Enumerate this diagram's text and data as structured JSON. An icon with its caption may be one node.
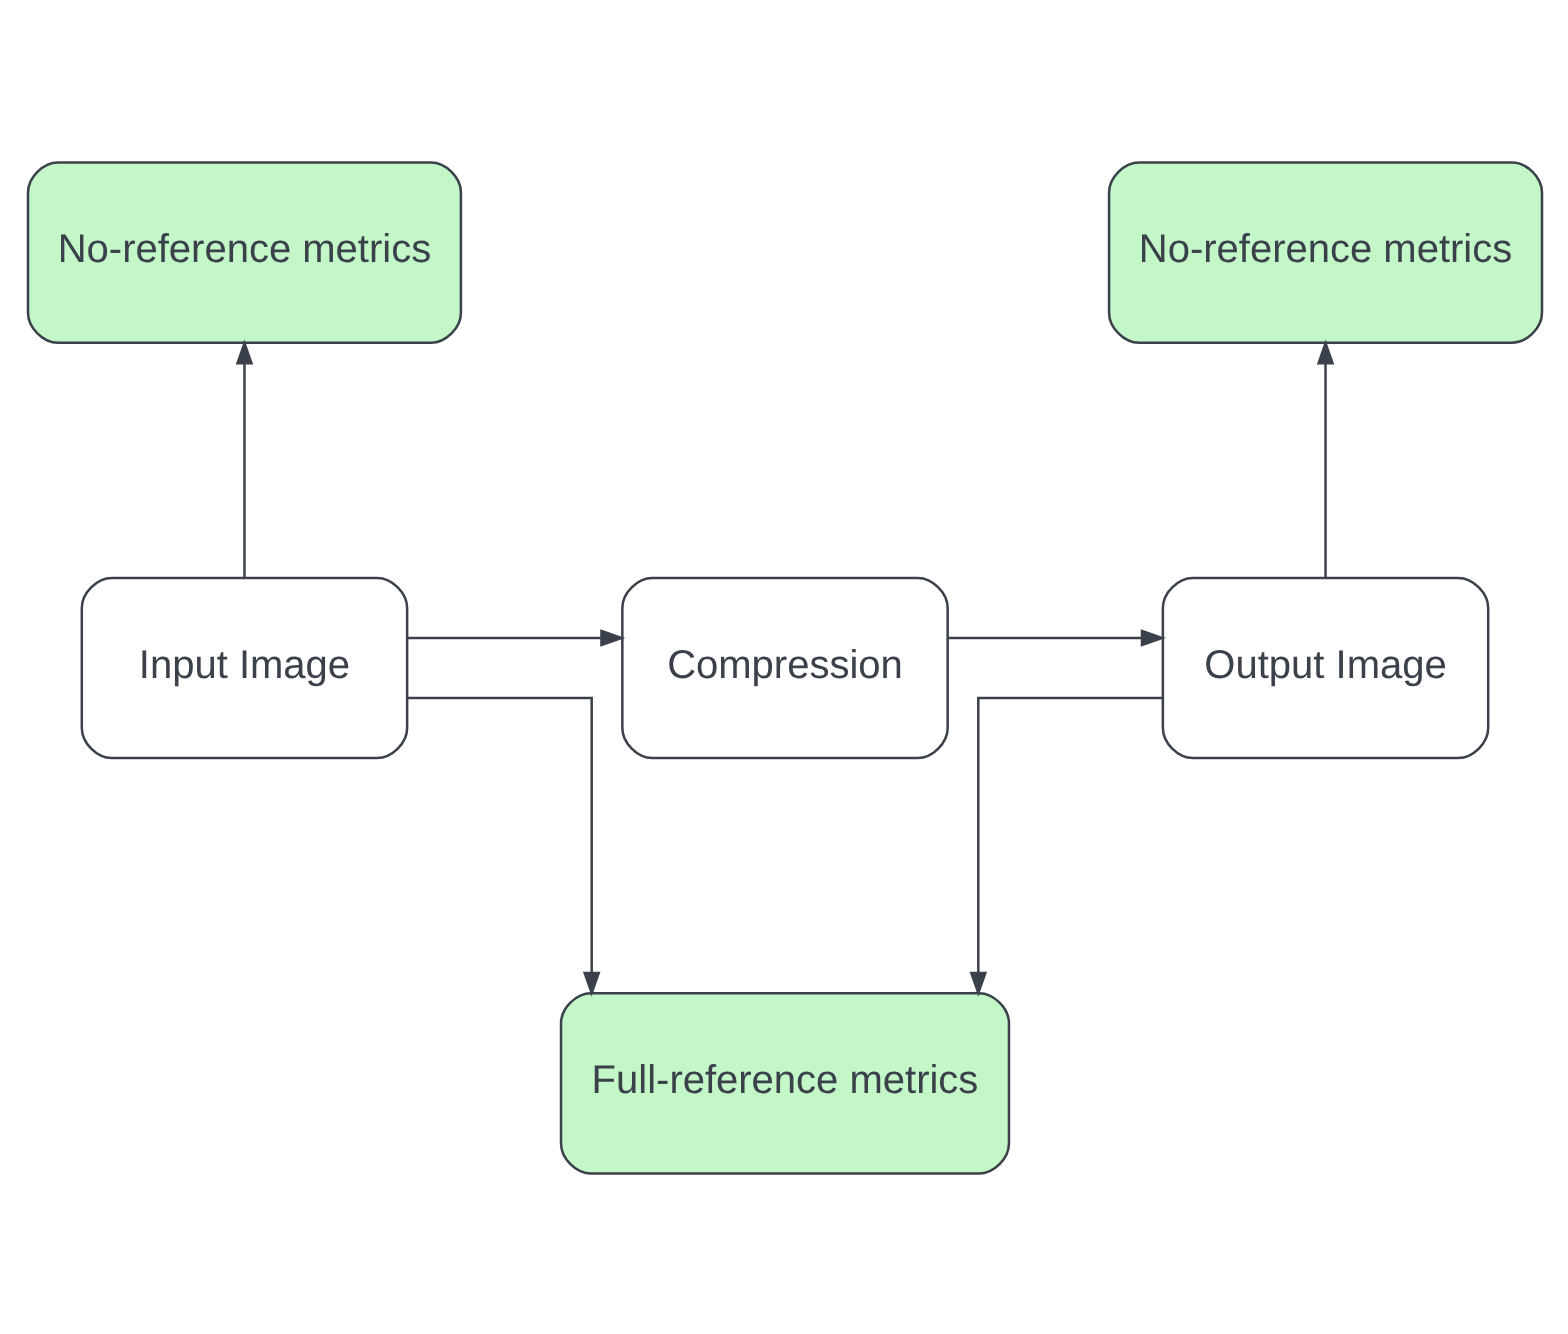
{
  "diagram": {
    "nodes": [
      {
        "text": [
          "No-reference metrics"
        ]
      },
      {
        "text": [
          "No-reference metrics"
        ]
      },
      {
        "text": [
          "Input Image"
        ]
      },
      {
        "text": [
          "Compression"
        ]
      },
      {
        "text": [
          "Output Image"
        ]
      },
      {
        "text": [
          "Full-reference metrics"
        ]
      }
    ],
    "edges": [
      {
        "from": 2,
        "to": 0,
        "arrow": "to"
      },
      {
        "from": 2,
        "to": 3,
        "arrow": "to"
      },
      {
        "from": 3,
        "to": 4,
        "arrow": "to"
      },
      {
        "from": 4,
        "to": 1,
        "arrow": "to"
      },
      {
        "from": 2,
        "to": 5,
        "arrow": "to"
      },
      {
        "from": 4,
        "to": 5,
        "arrow": "to"
      }
    ]
  }
}
